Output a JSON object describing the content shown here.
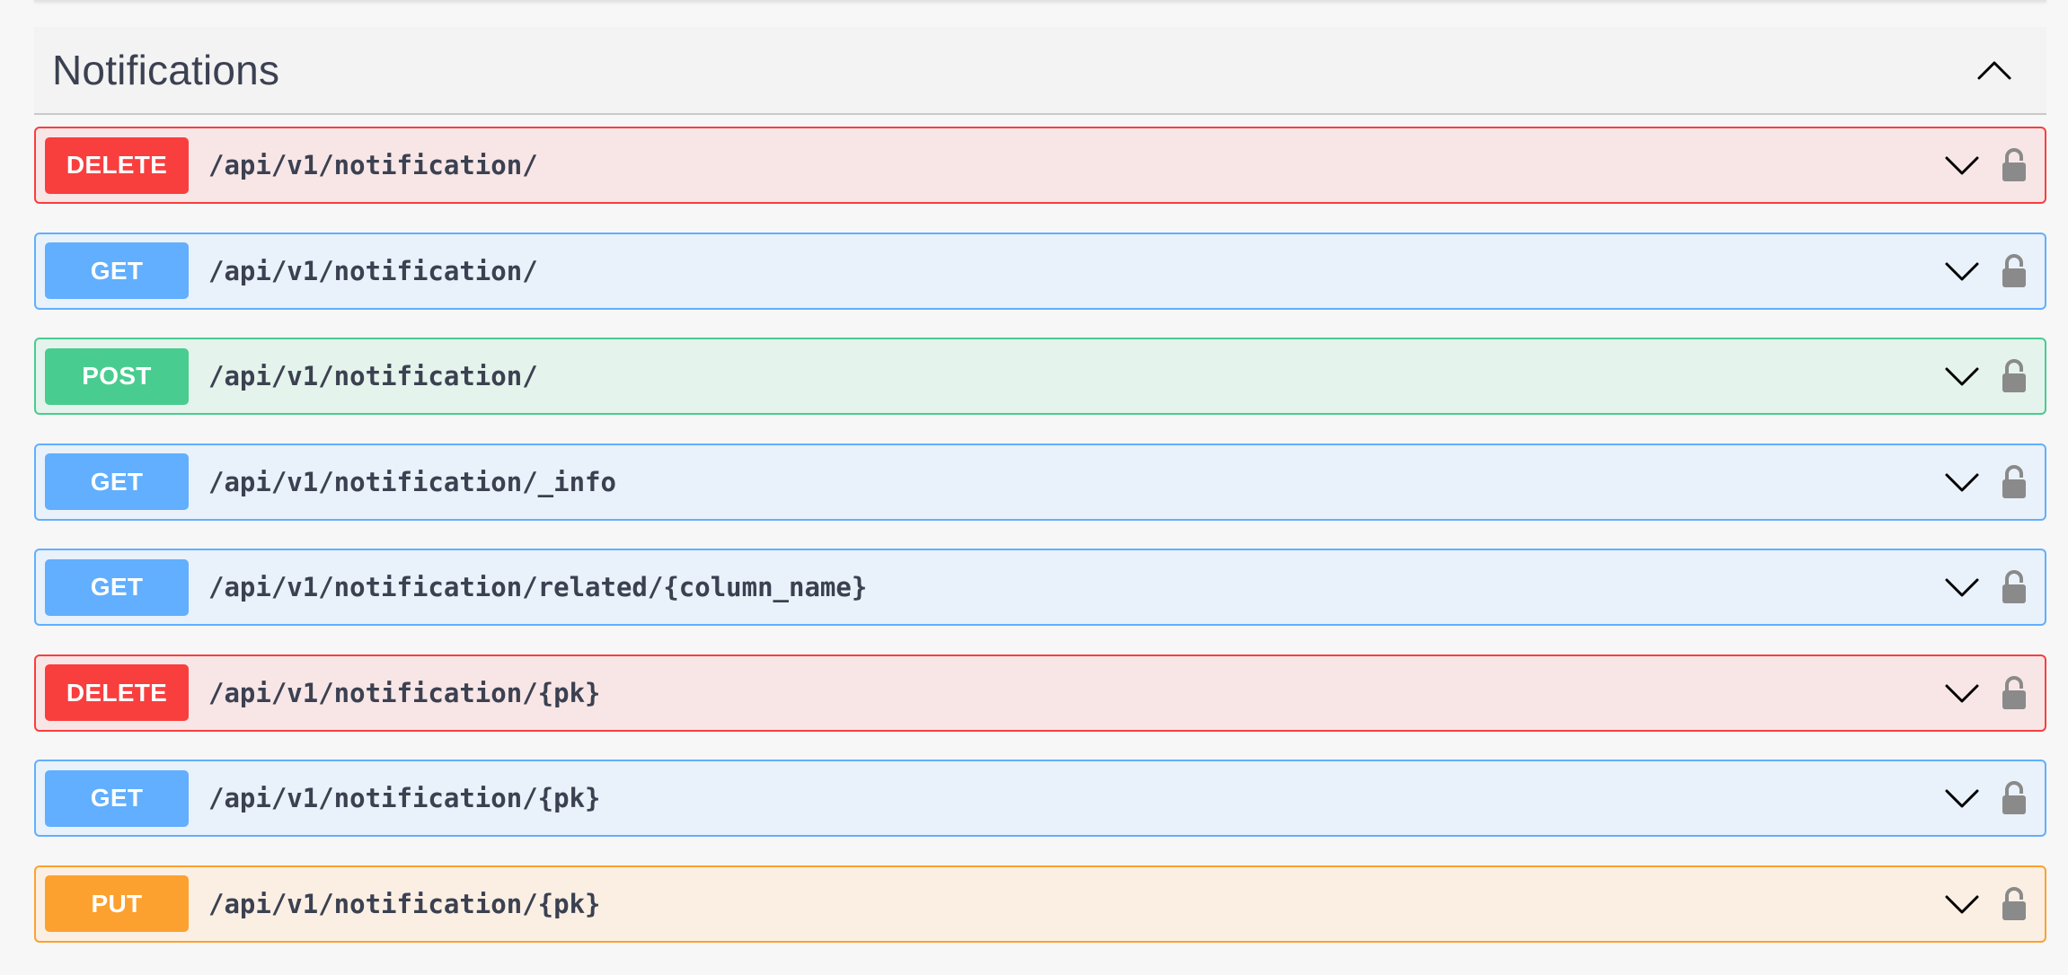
{
  "section": {
    "title": "Notifications",
    "toggle_icon": "chevron-up-icon"
  },
  "colors": {
    "delete": "#f93e3e",
    "get": "#61affe",
    "post": "#49cc90",
    "put": "#fca130",
    "text": "#3b4151",
    "lock": "#8a8a8a"
  },
  "operations": [
    {
      "method": "DELETE",
      "path": "/api/v1/notification/",
      "expand_icon": "chevron-down-icon",
      "auth_icon": "lock-icon"
    },
    {
      "method": "GET",
      "path": "/api/v1/notification/",
      "expand_icon": "chevron-down-icon",
      "auth_icon": "lock-icon"
    },
    {
      "method": "POST",
      "path": "/api/v1/notification/",
      "expand_icon": "chevron-down-icon",
      "auth_icon": "lock-icon"
    },
    {
      "method": "GET",
      "path": "/api/v1/notification/_info",
      "expand_icon": "chevron-down-icon",
      "auth_icon": "lock-icon"
    },
    {
      "method": "GET",
      "path": "/api/v1/notification/related/{column_name}",
      "expand_icon": "chevron-down-icon",
      "auth_icon": "lock-icon"
    },
    {
      "method": "DELETE",
      "path": "/api/v1/notification/{pk}",
      "expand_icon": "chevron-down-icon",
      "auth_icon": "lock-icon"
    },
    {
      "method": "GET",
      "path": "/api/v1/notification/{pk}",
      "expand_icon": "chevron-down-icon",
      "auth_icon": "lock-icon"
    },
    {
      "method": "PUT",
      "path": "/api/v1/notification/{pk}",
      "expand_icon": "chevron-down-icon",
      "auth_icon": "lock-icon"
    }
  ]
}
